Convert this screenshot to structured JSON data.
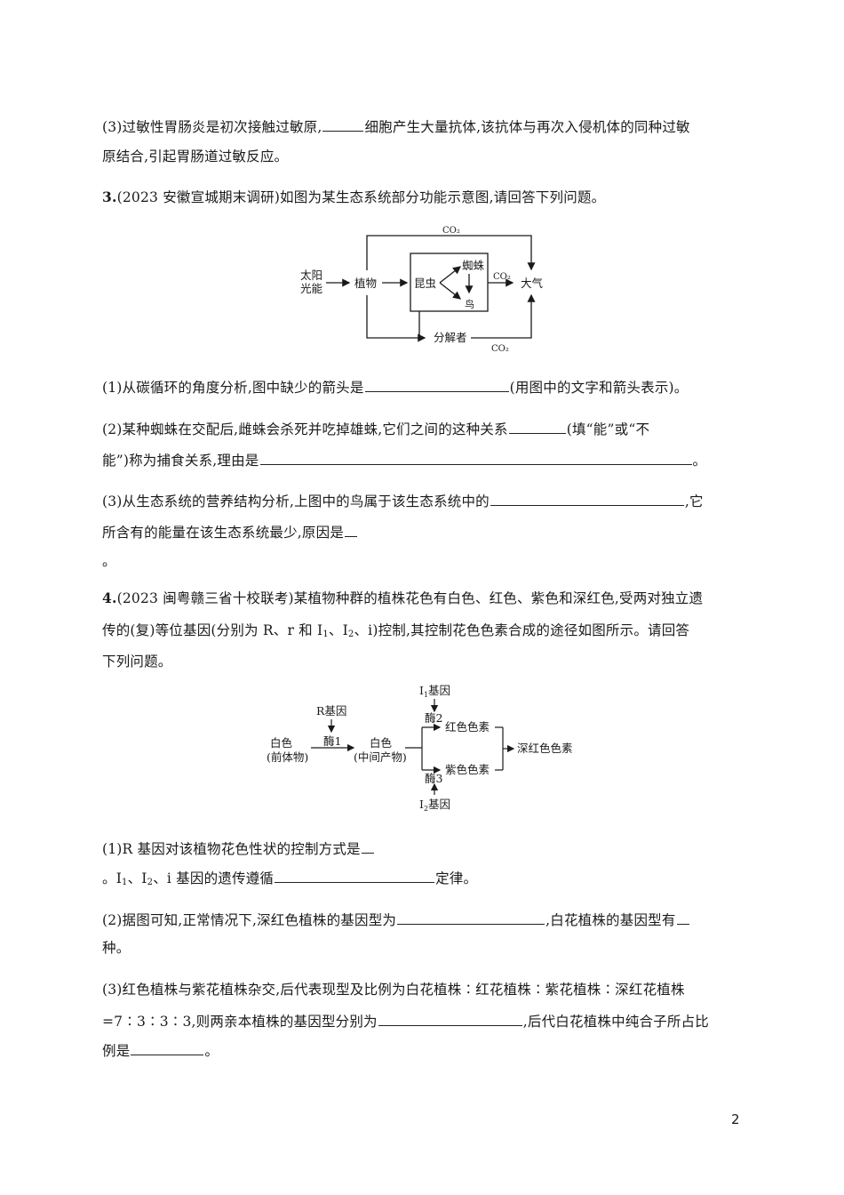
{
  "q2_part3": {
    "line1_a": "(3)过敏性胃肠炎是初次接触过敏原,",
    "line1_b": "细胞产生大量抗体,该抗体与再次入侵机体的同种过敏",
    "line2": "原结合,引起胃肠道过敏反应。"
  },
  "q3": {
    "number": "3.",
    "stem": "(2023 安徽宣城期末调研)如图为某生态系统部分功能示意图,请回答下列问题。",
    "diagram": {
      "sun": [
        "太阳",
        "光能"
      ],
      "plant": "植物",
      "insect": "昆虫",
      "spider": "蜘蛛",
      "bird": "鸟",
      "atmosphere": "大气",
      "decomposer": "分解者",
      "co2": "CO₂"
    },
    "part1_a": "(1)从碳循环的角度分析,图中缺少的箭头是",
    "part1_b": "(用图中的文字和箭头表示)。",
    "part2_line1_a": "(2)某种蜘蛛在交配后,雌蛛会杀死并吃掉雄蛛,它们之间的这种关系",
    "part2_line1_b": "(填“能”或“不",
    "part2_line2_a": "能”)称为捕食关系,理由是",
    "part2_line2_b": "。",
    "part3_line1_a": "(3)从生态系统的营养结构分析,上图中的鸟属于该生态系统中的",
    "part3_line1_b": ",它",
    "part3_line2": "所含有的能量在该生态系统最少,原因是",
    "part3_line3": "。"
  },
  "q4": {
    "number": "4.",
    "stem_line1": "(2023 闽粤赣三省十校联考)某植物种群的植株花色有白色、红色、紫色和深红色,受两对独立遗",
    "stem_line2_a": "传的(复)等位基因(分别为 R、r 和 I",
    "stem_line2_b": "、I",
    "stem_line2_c": "、i)控制,其控制花色色素合成的途径如图所示。请回答",
    "stem_line3": "下列问题。",
    "diagram": {
      "white_precursor": [
        "白色",
        "(前体物)"
      ],
      "r_gene": "R基因",
      "enzyme1": "酶1",
      "white_intermediate": [
        "白色",
        "(中间产物)"
      ],
      "i1_gene": "基因",
      "enzyme2": "酶2",
      "red_pigment": "红色色素",
      "purple_pigment": "紫色色素",
      "enzyme3": "酶3",
      "i2_gene": "基因",
      "deep_red_pigment": "深红色色素"
    },
    "part1_line1": "(1)R 基因对该植物花色性状的控制方式是",
    "part1_line2_a": "。I",
    "part1_line2_b": "、I",
    "part1_line2_c": "、i 基因的遗传遵循",
    "part1_line2_d": "定律。",
    "part2_line1_a": "(2)据图可知,正常情况下,深红色植株的基因型为",
    "part2_line1_b": ",白花植株的基因型有",
    "part2_line2": "种。",
    "part3_line1": "(3)红色植株与紫花植株杂交,后代表现型及比例为白花植株∶红花植株∶紫花植株∶深红花植株",
    "part3_line2_a": "=7∶3∶3∶3,则两亲本植株的基因型分别为",
    "part3_line2_b": ",后代白花植株中纯合子所占比",
    "part3_line3_a": "例是",
    "part3_line3_b": "。"
  },
  "page_number": "2"
}
